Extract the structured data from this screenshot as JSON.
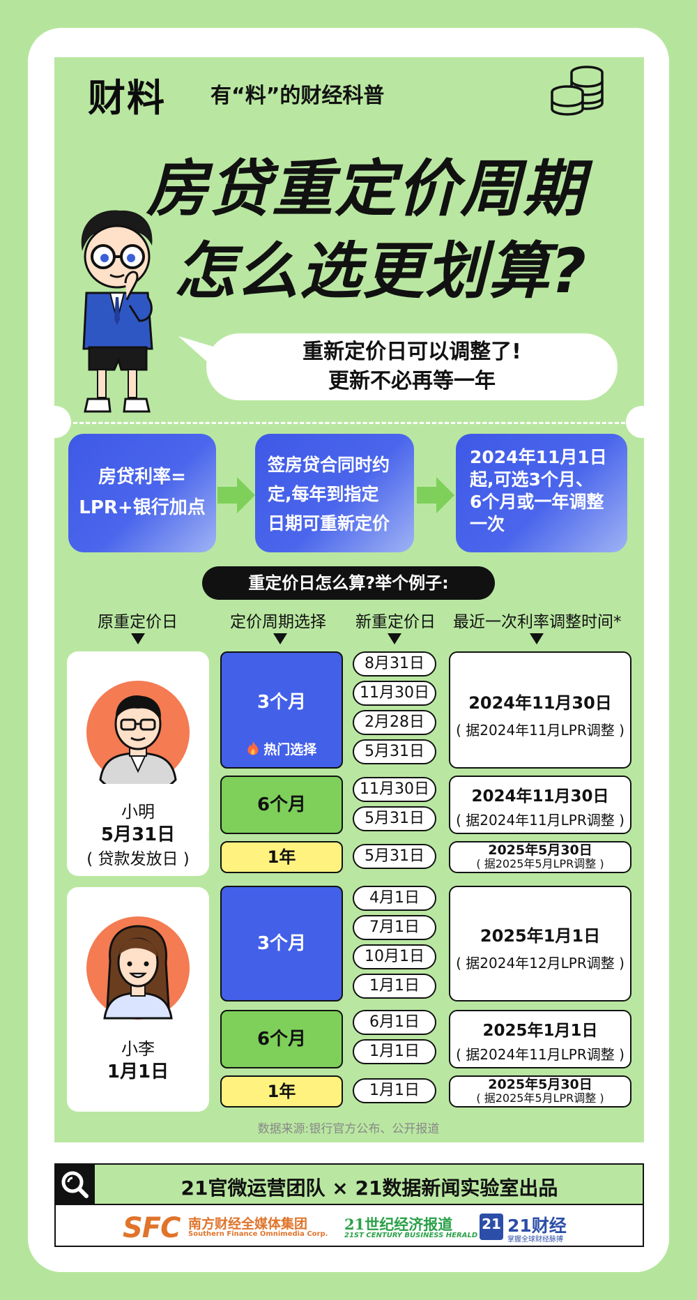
{
  "header": {
    "brand": "财料",
    "slogan": "有“料”的财经科普"
  },
  "title": {
    "line1": "房贷重定价周期",
    "line2": "怎么选更划算?"
  },
  "bubble": {
    "line1": "重新定价日可以调整了!",
    "line2": "更新不必再等一年"
  },
  "flow": {
    "box1": {
      "line1": "房贷利率=",
      "line2": "LPR+银行加点"
    },
    "box2": {
      "line1": "签房贷合同时约",
      "line2": "定,每年到指定",
      "line3": "日期可重新定价"
    },
    "box3": {
      "line1": "2024年11月1日",
      "line2": "起,可选3个月、",
      "line3": "6个月或一年调整",
      "line4": "一次"
    }
  },
  "example_label": "重定价日怎么算?举个例子:",
  "columns": {
    "original": "原重定价日",
    "period": "定价周期选择",
    "new_date": "新重定价日",
    "latest": "最近一次利率调整时间*"
  },
  "xiaoming": {
    "name": "小明",
    "date": "5月31日",
    "note": "( 贷款发放日 )",
    "p3": {
      "label": "3个月",
      "hot": "热门选择",
      "dates": [
        "8月31日",
        "11月30日",
        "2月28日",
        "5月31日"
      ],
      "result": "2024年11月30日",
      "basis": "( 据2024年11月LPR调整 )"
    },
    "p6": {
      "label": "6个月",
      "dates": [
        "11月30日",
        "5月31日"
      ],
      "result": "2024年11月30日",
      "basis": "( 据2024年11月LPR调整 )"
    },
    "p12": {
      "label": "1年",
      "dates": [
        "5月31日"
      ],
      "result": "2025年5月30日",
      "basis": "( 据2025年5月LPR调整 )"
    }
  },
  "xiaoli": {
    "name": "小李",
    "date": "1月1日",
    "p3": {
      "label": "3个月",
      "dates": [
        "4月1日",
        "7月1日",
        "10月1日",
        "1月1日"
      ],
      "result": "2025年1月1日",
      "basis": "( 据2024年12月LPR调整 )"
    },
    "p6": {
      "label": "6个月",
      "dates": [
        "6月1日",
        "1月1日"
      ],
      "result": "2025年1月1日",
      "basis": "( 据2024年11月LPR调整 )"
    },
    "p12": {
      "label": "1年",
      "dates": [
        "1月1日"
      ],
      "result": "2025年5月30日",
      "basis": "( 据2025年5月LPR调整 )"
    }
  },
  "source": "数据来源:银行官方公布、公开报道",
  "credit": "21官微运营团队 × 21数据新闻实验室出品",
  "logos": {
    "sfc": "SFC",
    "sfc_cn": "南方财经全媒体集团",
    "sfc_en": "Southern Finance Omnimedia Corp.",
    "cbh_cn": "21世纪经济报道",
    "cbh_en": "21ST CENTURY BUSINESS HERALD",
    "c21_badge": "21",
    "c21_cn": "21财经",
    "c21_sub": "掌握全球财经脉搏"
  },
  "colors": {
    "page_green": "#b5e59c",
    "panel_green": "#b9e7a1",
    "blue": "#4360e8",
    "green": "#7ed05a",
    "yellow": "#fff27e",
    "avatar_orange": "#f47b52"
  }
}
